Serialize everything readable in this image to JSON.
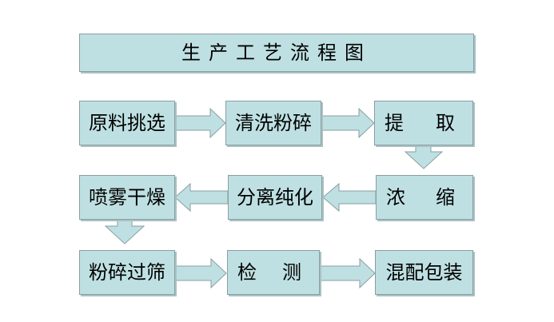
{
  "title": "生产工艺流程图",
  "steps": {
    "raw_select": "原料挑选",
    "wash_crush": "清洗粉碎",
    "extract": [
      "提",
      "取"
    ],
    "concentrate": [
      "浓",
      "缩"
    ],
    "separate_purify": "分离纯化",
    "spray_dry": "喷雾干燥",
    "crush_sieve": "粉碎过筛",
    "inspect": [
      "检",
      "测"
    ],
    "mix_pack": "混配包装"
  },
  "colors": {
    "box_fill": "#bfe0e2",
    "box_border": "#8a9ea0",
    "arrow_fill": "#bfe0e2"
  }
}
